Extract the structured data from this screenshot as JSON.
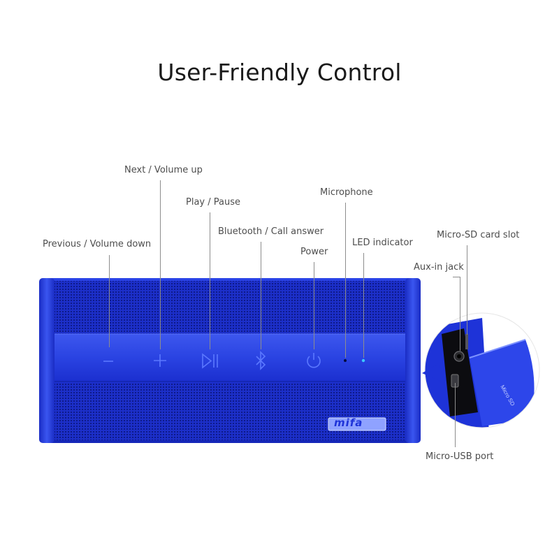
{
  "title": "User-Friendly Control",
  "brand_logo": "mifa",
  "colors": {
    "speaker_blue": "#1e33d8",
    "speaker_dark": "#0d1a9c",
    "speaker_light": "#4a64f2",
    "led_color": "#3cc7ff",
    "label_text": "#4d4d4d",
    "leader_line": "#8d8d8d"
  },
  "labels": {
    "next_volume_up": "Next / Volume up",
    "play_pause": "Play / Pause",
    "microphone": "Microphone",
    "bluetooth_call_answer": "Bluetooth / Call answer",
    "previous_volume_down": "Previous / Volume down",
    "power": "Power",
    "led_indicator": "LED indicator",
    "micro_sd_card_slot": "Micro-SD card slot",
    "aux_in_jack": "Aux-in jack",
    "micro_usb_port": "Micro-USB port"
  },
  "button_icons": [
    "minus-icon",
    "plus-icon",
    "play-pause-icon",
    "bluetooth-icon",
    "power-icon",
    "microphone-hole-icon",
    "led-dot-icon"
  ]
}
